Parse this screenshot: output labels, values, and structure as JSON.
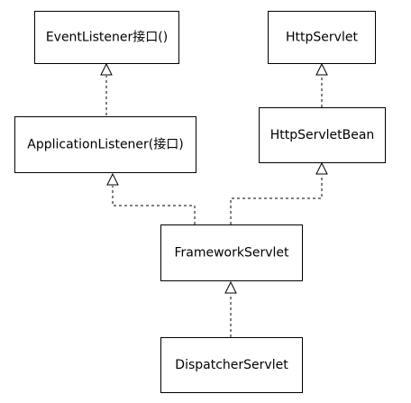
{
  "nodes": {
    "event_listener": "EventListener接口()",
    "http_servlet": "HttpServlet",
    "application_listener": "ApplicationListener(接口)",
    "http_servlet_bean": "HttpServletBean",
    "framework_servlet": "FrameworkServlet",
    "dispatcher_servlet": "DispatcherServlet"
  },
  "edges": [
    {
      "from": "application_listener",
      "to": "event_listener",
      "style": "dashed",
      "arrowhead": "hollow-triangle"
    },
    {
      "from": "framework_servlet",
      "to": "application_listener",
      "style": "dashed",
      "arrowhead": "hollow-triangle"
    },
    {
      "from": "framework_servlet",
      "to": "http_servlet_bean",
      "style": "dashed",
      "arrowhead": "hollow-triangle"
    },
    {
      "from": "http_servlet_bean",
      "to": "http_servlet",
      "style": "dashed",
      "arrowhead": "hollow-triangle"
    },
    {
      "from": "dispatcher_servlet",
      "to": "framework_servlet",
      "style": "dashed",
      "arrowhead": "hollow-triangle"
    }
  ]
}
